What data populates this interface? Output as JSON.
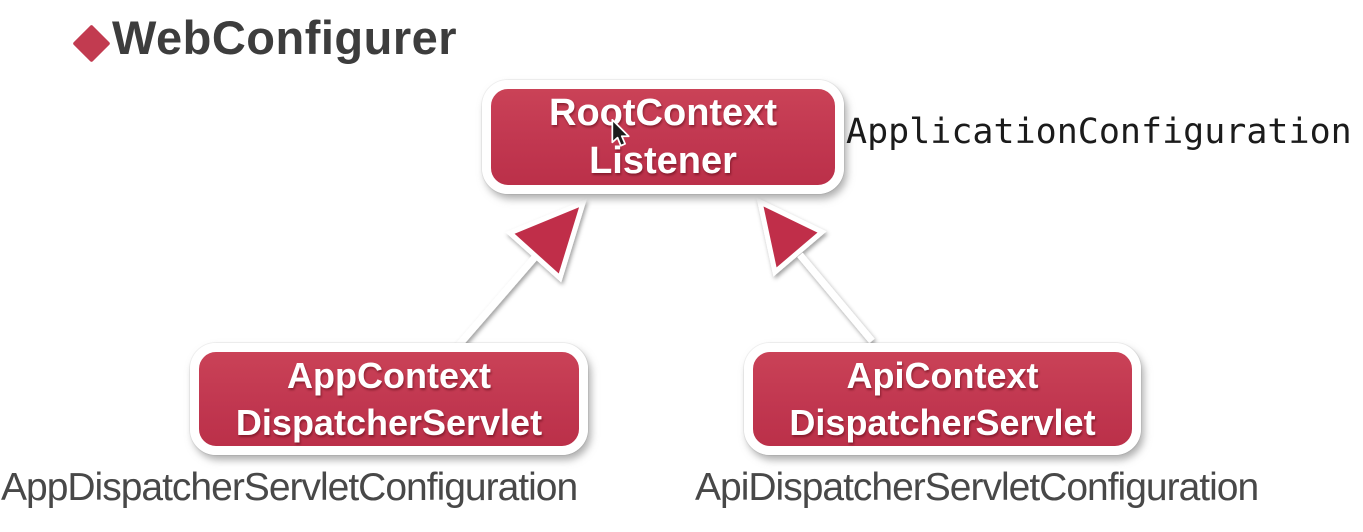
{
  "title": {
    "text": "WebConfigurer",
    "bullet_icon": "diamond-icon"
  },
  "colors": {
    "node_red": "#c43a50",
    "arrowhead_red": "#c02f48",
    "diamond_red": "#c23b50",
    "title_text": "#3d3d3d",
    "label_text": "#484848",
    "node_text": "#ffffff"
  },
  "diagram": {
    "nodes": {
      "root": {
        "line1": "RootContext",
        "line2": "Listener"
      },
      "left": {
        "line1": "AppContext",
        "line2": "DispatcherServlet"
      },
      "right": {
        "line1": "ApiContext",
        "line2": "DispatcherServlet"
      }
    },
    "annotations": {
      "root": "ApplicationConfiguration",
      "left": "AppDispatcherServletConfiguration",
      "right": "ApiDispatcherServletConfiguration"
    },
    "connectors": [
      {
        "from": "left-node",
        "to": "root-node",
        "type": "arrow"
      },
      {
        "from": "right-node",
        "to": "root-node",
        "type": "arrow"
      }
    ],
    "cursor_icon": "mouse-cursor-icon"
  }
}
